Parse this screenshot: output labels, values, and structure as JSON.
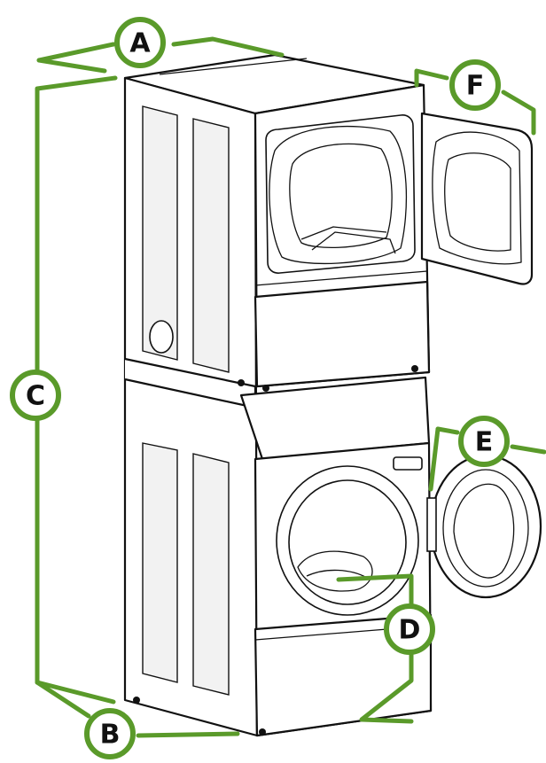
{
  "callouts": [
    {
      "key": "A",
      "label": "A"
    },
    {
      "key": "B",
      "label": "B"
    },
    {
      "key": "C",
      "label": "C"
    },
    {
      "key": "D",
      "label": "D"
    },
    {
      "key": "E",
      "label": "E"
    },
    {
      "key": "F",
      "label": "F"
    }
  ],
  "colors": {
    "callout_green": "#5a9a2a",
    "line_ink": "#111111",
    "background": "#ffffff"
  }
}
